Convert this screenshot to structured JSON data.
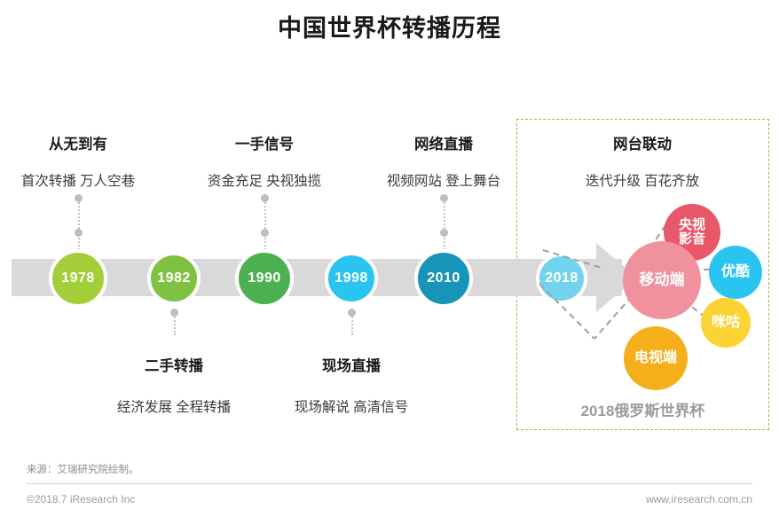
{
  "title": "中国世界杯转播历程",
  "timeline": {
    "milestones": [
      {
        "year": "1978",
        "color": "#A3CE39",
        "position": "top",
        "heading": "从无到有",
        "sub": "首次转播 万人空巷"
      },
      {
        "year": "1982",
        "color": "#7FC241",
        "position": "bottom",
        "heading": "二手转播",
        "sub": "经济发展 全程转播"
      },
      {
        "year": "1990",
        "color": "#4CAF50",
        "position": "top",
        "heading": "一手信号",
        "sub": "资金充足 央视独揽"
      },
      {
        "year": "1998",
        "color": "#29C5F0",
        "position": "bottom",
        "heading": "现场直播",
        "sub": "现场解说 高清信号"
      },
      {
        "year": "2010",
        "color": "#1894B8",
        "position": "top",
        "heading": "网络直播",
        "sub": "视频网站 登上舞台"
      },
      {
        "year": "2018",
        "color": "#72D3EE",
        "position": "none",
        "heading": "网台联动",
        "sub": "迭代升级 百花齐放"
      }
    ]
  },
  "highlight": {
    "heading": "网台联动",
    "sub": "迭代升级 百花齐放",
    "caption": "2018俄罗斯世界杯",
    "border_color": "#8CC63F",
    "nodes": [
      {
        "label": "央视影音",
        "lines": [
          "央视",
          "影音"
        ],
        "color": "#E8576A",
        "size": 64,
        "font": 15
      },
      {
        "label": "移动端",
        "lines": [
          "移动端"
        ],
        "color": "#F0929E",
        "size": 88,
        "font": 17
      },
      {
        "label": "优酷",
        "lines": [
          "优酷"
        ],
        "color": "#29C5F0",
        "size": 60,
        "font": 16
      },
      {
        "label": "咪咕",
        "lines": [
          "咪咕"
        ],
        "color": "#FCD335",
        "size": 56,
        "font": 16
      },
      {
        "label": "电视端",
        "lines": [
          "电视端"
        ],
        "color": "#F5AF1B",
        "size": 72,
        "font": 16
      }
    ]
  },
  "footer": {
    "source": "来源：艾瑞研究院绘制。",
    "copyright": "©2018.7 iResearch Inc",
    "website": "www.iresearch.com.cn"
  },
  "chart_data": {
    "type": "timeline",
    "title": "中国世界杯转播历程",
    "categories": [
      "1978",
      "1982",
      "1990",
      "1998",
      "2010",
      "2018"
    ],
    "series": [
      {
        "name": "阶段",
        "values": [
          "从无到有",
          "二手转播",
          "一手信号",
          "现场直播",
          "网络直播",
          "网台联动"
        ]
      },
      {
        "name": "描述",
        "values": [
          "首次转播 万人空巷",
          "经济发展 全程转播",
          "资金充足 央视独揽",
          "现场解说 高清信号",
          "视频网站 登上舞台",
          "迭代升级 百花齐放"
        ]
      }
    ],
    "annotations": [
      "2018俄罗斯世界杯",
      "央视影音",
      "移动端",
      "优酷",
      "咪咕",
      "电视端"
    ],
    "grid": false,
    "legend": "none"
  }
}
